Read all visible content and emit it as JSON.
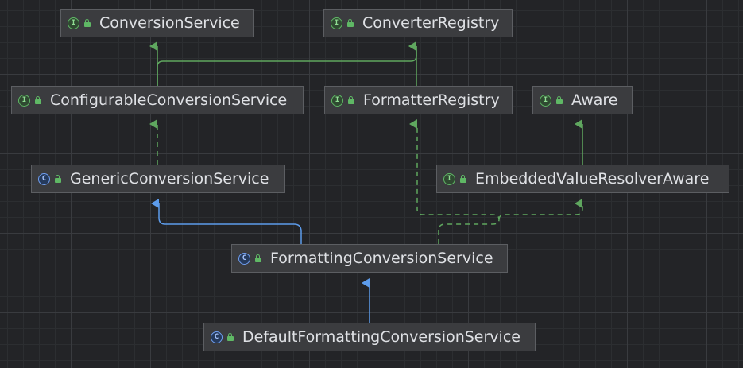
{
  "diagram": {
    "nodes": [
      {
        "id": "conversion-service",
        "label": "ConversionService",
        "kind": "interface",
        "badge": "I",
        "icon": "interface-icon"
      },
      {
        "id": "converter-registry",
        "label": "ConverterRegistry",
        "kind": "interface",
        "badge": "I",
        "icon": "interface-icon"
      },
      {
        "id": "configurable-conversion-service",
        "label": "ConfigurableConversionService",
        "kind": "interface",
        "badge": "I",
        "icon": "interface-icon"
      },
      {
        "id": "formatter-registry",
        "label": "FormatterRegistry",
        "kind": "interface",
        "badge": "I",
        "icon": "interface-icon"
      },
      {
        "id": "aware",
        "label": "Aware",
        "kind": "interface",
        "badge": "I",
        "icon": "interface-icon"
      },
      {
        "id": "generic-conversion-service",
        "label": "GenericConversionService",
        "kind": "class",
        "badge": "C",
        "icon": "class-icon"
      },
      {
        "id": "embedded-value-resolver-aware",
        "label": "EmbeddedValueResolverAware",
        "kind": "interface",
        "badge": "I",
        "icon": "interface-icon"
      },
      {
        "id": "formatting-conversion-service",
        "label": "FormattingConversionService",
        "kind": "class",
        "badge": "C",
        "icon": "class-icon"
      },
      {
        "id": "default-formatting-conversion-service",
        "label": "DefaultFormattingConversionService",
        "kind": "class",
        "badge": "C",
        "icon": "class-icon"
      }
    ],
    "edges": [
      {
        "from": "configurable-conversion-service",
        "to": "conversion-service",
        "relation": "extends"
      },
      {
        "from": "configurable-conversion-service",
        "to": "converter-registry",
        "relation": "extends"
      },
      {
        "from": "formatter-registry",
        "to": "converter-registry",
        "relation": "extends"
      },
      {
        "from": "embedded-value-resolver-aware",
        "to": "aware",
        "relation": "extends"
      },
      {
        "from": "generic-conversion-service",
        "to": "configurable-conversion-service",
        "relation": "implements"
      },
      {
        "from": "formatting-conversion-service",
        "to": "generic-conversion-service",
        "relation": "extends"
      },
      {
        "from": "formatting-conversion-service",
        "to": "formatter-registry",
        "relation": "implements"
      },
      {
        "from": "formatting-conversion-service",
        "to": "embedded-value-resolver-aware",
        "relation": "implements"
      },
      {
        "from": "default-formatting-conversion-service",
        "to": "formatting-conversion-service",
        "relation": "extends"
      }
    ],
    "colors": {
      "background": "#232427",
      "interface_edge": "#5fa75f",
      "class_edge": "#5d9cec",
      "node_fill": "#3b3c3f",
      "node_border": "#5c5e62",
      "node_text": "#dfe1e5",
      "interface_badge": "#5fb865",
      "class_badge": "#6f9ff2",
      "visibility_lock": "#5fb865"
    }
  }
}
